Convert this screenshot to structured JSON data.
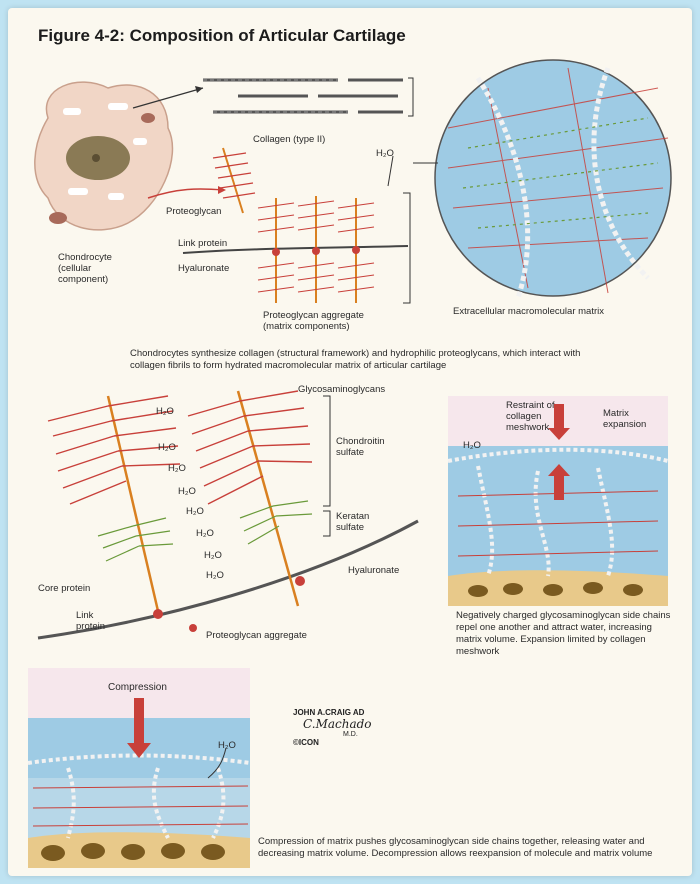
{
  "figure": {
    "title": "Figure 4-2: Composition of Articular Cartilage"
  },
  "top": {
    "labels": {
      "collagen": "Collagen (type II)",
      "h2o": "H₂O",
      "proteoglycan": "Proteoglycan",
      "link_protein": "Link protein",
      "hyaluronate": "Hyaluronate",
      "chondrocyte": "Chondrocyte\n(cellular\ncomponent)",
      "aggregate": "Proteoglycan aggregate\n(matrix components)",
      "ecm": "Extracellular macromolecular matrix"
    },
    "caption": "Chondrocytes synthesize collagen (structural framework) and hydrophilic proteoglycans, which interact with collagen fibrils to form hydrated macromolecular matrix of articular cartilage"
  },
  "middle": {
    "labels": {
      "gag": "Glycosaminoglycans",
      "chondroitin": "Chondroitin\nsulfate",
      "keratan": "Keratan\nsulfate",
      "hyaluronate": "Hyaluronate",
      "core_protein": "Core protein",
      "link_protein": "Link\nprotein",
      "aggregate": "Proteoglycan aggregate",
      "h2o": "H₂O"
    },
    "inset": {
      "restraint": "Restraint of\ncollagen\nmeshwork",
      "expansion": "Matrix\nexpansion",
      "h2o": "H₂O",
      "caption": "Negatively charged glycosaminoglycan side chains repel one another and attract water, increasing matrix volume. Expansion limited by collagen meshwork"
    }
  },
  "bottom": {
    "compression": "Compression",
    "h2o": "H₂O",
    "signature": {
      "line1": "JOHN A.CRAIG AD",
      "line2": "C.Machado",
      "line3": "M.D.",
      "line4": "©ICON"
    },
    "caption": "Compression of matrix pushes glycosaminoglycan side chains together, releasing water and decreasing matrix volume. Decompression allows reexpansion of molecule and matrix volume"
  },
  "colors": {
    "frame": "#bfe3f2",
    "paper": "#fbf8ef",
    "fiber": "#c8403a",
    "core": "#d98020",
    "gag_green": "#6a9a3a",
    "collagen_gray": "#555555",
    "water_blue": "#9ecbe4",
    "bone": "#e8c98a"
  }
}
